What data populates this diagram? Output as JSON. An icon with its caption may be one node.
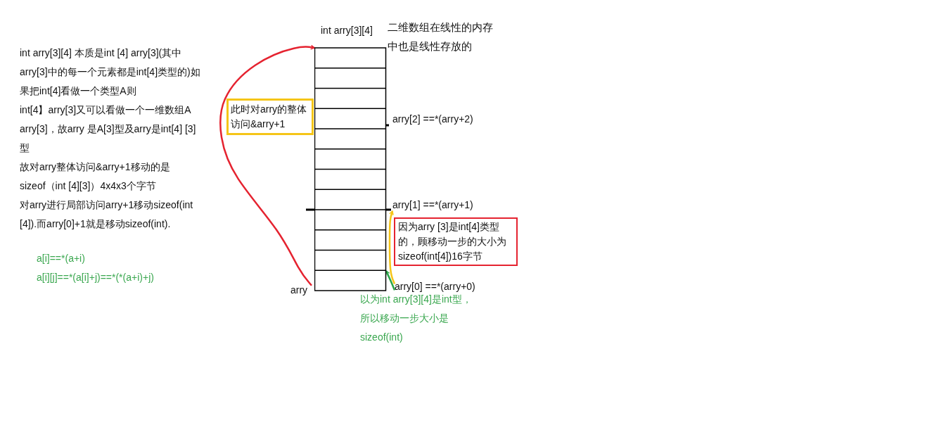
{
  "diagram": {
    "nodes": [
      {
        "text": [
          "int arry[3][4]"
        ],
        "beside": [
          "arry[2] ==*(arry+2)"
        ]
      },
      {
        "text": [
          "此时对arry的整体访问&arry+1"
        ]
      },
      {
        "text": [
          "arry[1] ==*(arry+1)"
        ]
      },
      {
        "text": [
          "因为arry [3]是int[4]类型的，顾移动一步的大小为sizeof(int[4])16字节"
        ]
      },
      {
        "text": [
          "arry[0] ==*(arry+0)"
        ]
      },
      {
        "text": [
          "arry"
        ]
      }
    ],
    "edges": [
      {
        "from": 5,
        "to": 0,
        "arrow": "to",
        "color": "#e52330"
      },
      {
        "from": 4,
        "to": 2,
        "arrow": "to",
        "color": "#f5c518"
      },
      {
        "from": 4,
        "to": 0,
        "arrow": "to",
        "color": "#2aa548"
      }
    ],
    "labels": [
      "int arry[3][4] 本质是int [4] arry[3](其中",
      "arry[3]中的每一个元素都是int[4]类型的)如",
      "果把int[4]看做一个类型A则",
      "int[4】arry[3]又可以看做一个一维数组A",
      "arry[3]，故arry 是A[3]型及arry是int[4] [3]",
      "型",
      "故对arry整体访问&arry+1移动的是",
      "sizeof（int [4][3]）4x4x3个字节",
      "对arry进行局部访问arry+1移动sizeof(int",
      "[4]).而arry[0]+1就是移动sizeof(int).",
      "a[i]==*(a+i)",
      "a[i][j]==*(a[i]+j)==*(*(a+i)+j)",
      "二维数组在线性的内存中也是线性存放的",
      "以为int arry[3][4]是int型，",
      "所以移动一步大小是",
      "sizeof(int)"
    ]
  }
}
